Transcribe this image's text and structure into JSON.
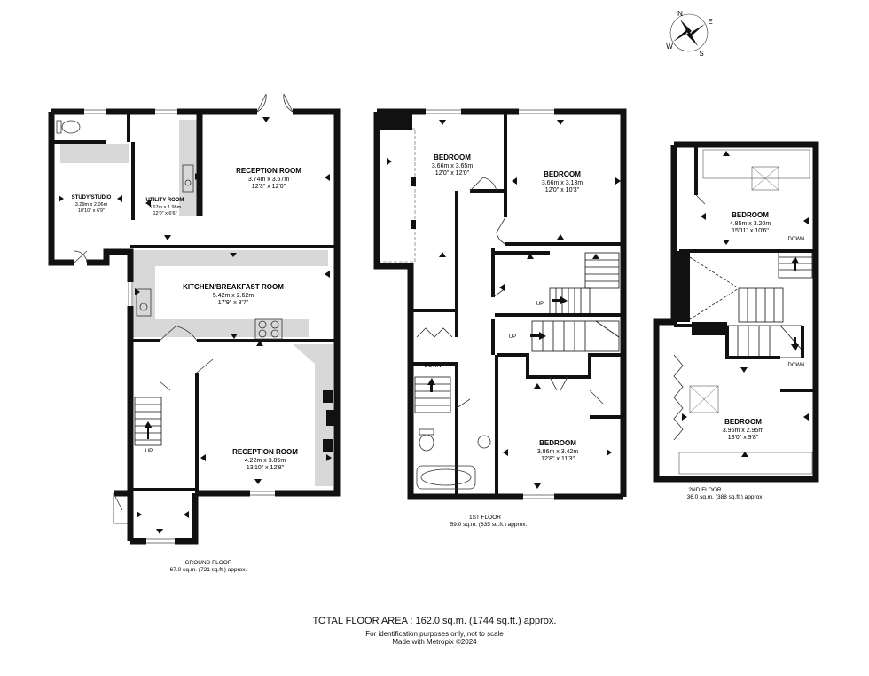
{
  "compass": {
    "n": "N",
    "e": "E",
    "s": "S",
    "w": "W"
  },
  "ground_floor": {
    "label": "GROUND FLOOR",
    "area": "67.0 sq.m. (721 sq.ft.) approx.",
    "study": {
      "name": "STUDY/STUDIO",
      "metric": "3.29m  x 2.06m",
      "imperial": "10'10\"  x 6'9\""
    },
    "utility": {
      "name": "UTILITY ROOM",
      "metric": "3.67m  x 1.98m",
      "imperial": "12'0\"  x 6'6\""
    },
    "reception1": {
      "name": "RECEPTION ROOM",
      "metric": "3.74m  x 3.67m",
      "imperial": "12'3\"  x 12'0\""
    },
    "kitchen": {
      "name": "KITCHEN/BREAKFAST ROOM",
      "metric": "5.42m  x 2.62m",
      "imperial": "17'9\"  x 8'7\""
    },
    "reception2": {
      "name": "RECEPTION ROOM",
      "metric": "4.22m  x 3.85m",
      "imperial": "13'10\"  x 12'8\""
    },
    "stairs": "UP"
  },
  "first_floor": {
    "label": "1ST FLOOR",
    "area": "59.0 sq.m. (635 sq.ft.) approx.",
    "bedroom1": {
      "name": "BEDROOM",
      "metric": "3.66m  x 3.65m",
      "imperial": "12'0\"  x 12'0\""
    },
    "bedroom2": {
      "name": "BEDROOM",
      "metric": "3.66m  x 3.13m",
      "imperial": "12'0\"  x 10'3\""
    },
    "bedroom3": {
      "name": "BEDROOM",
      "metric": "3.86m  x 3.42m",
      "imperial": "12'8\"  x 11'3\""
    },
    "up1": "UP",
    "up2": "UP",
    "down": "DOWN"
  },
  "second_floor": {
    "label": "2ND FLOOR",
    "area": "36.0 sq.m. (388 sq.ft.) approx.",
    "bedroom1": {
      "name": "BEDROOM",
      "metric": "4.85m  x 3.20m",
      "imperial": "15'11\"  x 10'6\""
    },
    "bedroom2": {
      "name": "BEDROOM",
      "metric": "3.95m  x 2.95m",
      "imperial": "13'0\"  x 9'8\""
    },
    "down1": "DOWN",
    "down2": "DOWN"
  },
  "footer": {
    "total": "TOTAL FLOOR AREA : 162.0 sq.m. (1744 sq.ft.) approx.",
    "disclaimer": "For identification purposes only, not to scale",
    "credit": "Made with Metropix ©2024"
  }
}
